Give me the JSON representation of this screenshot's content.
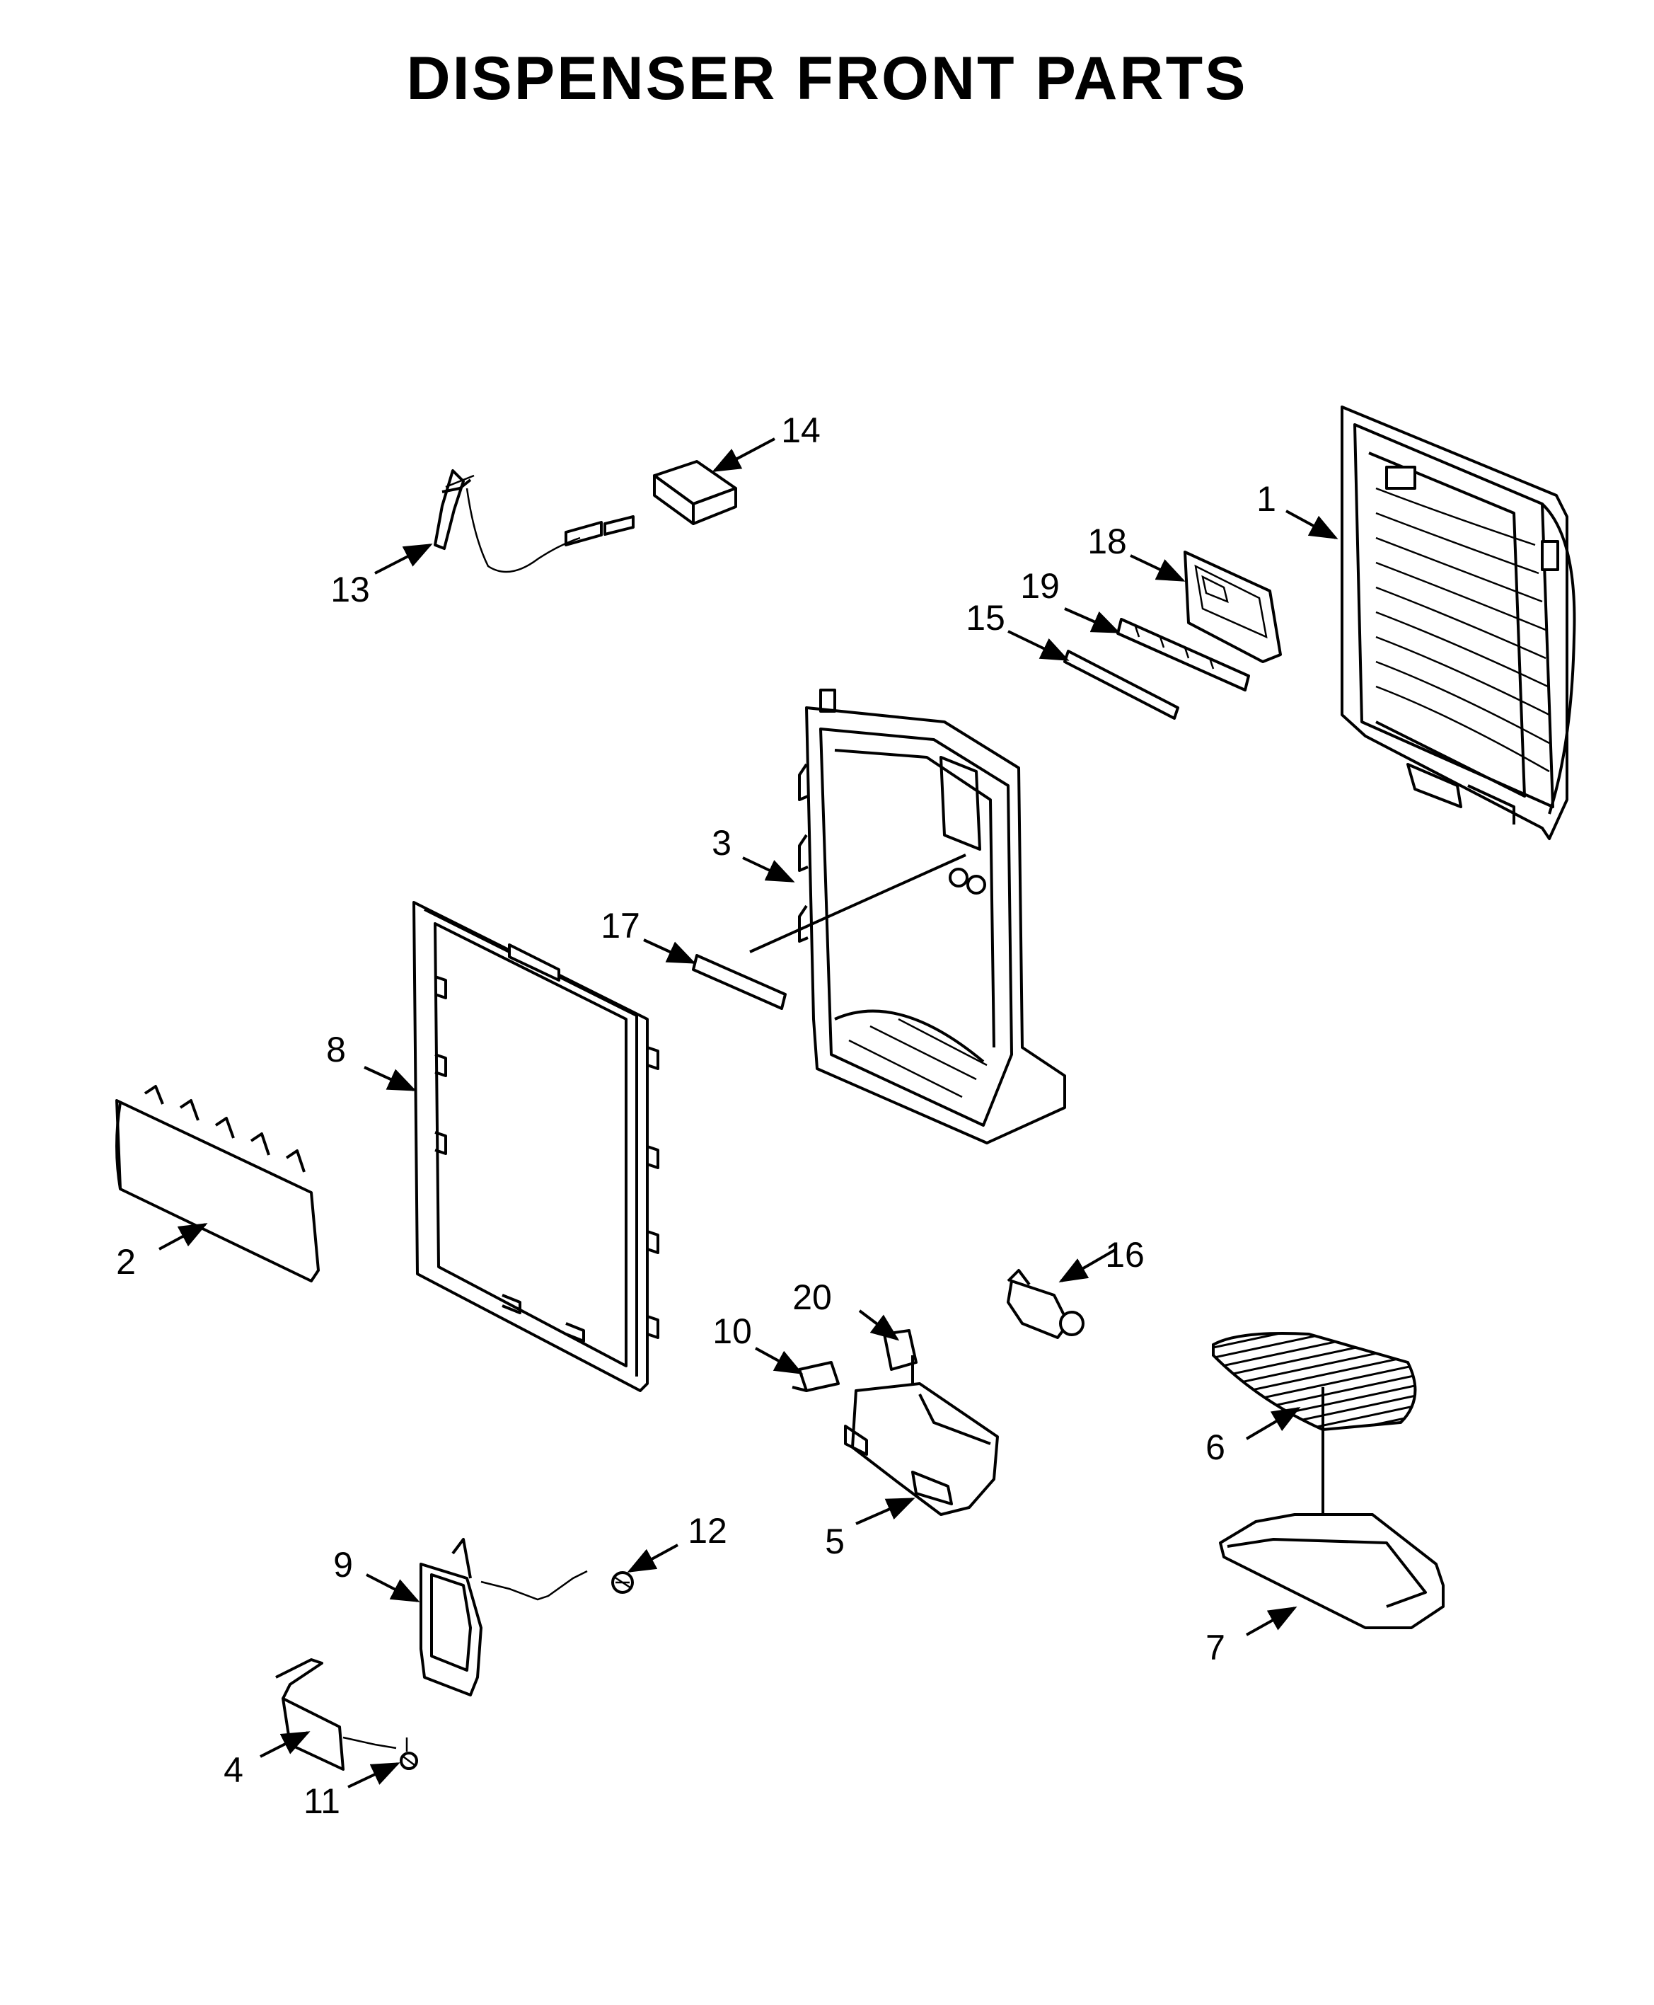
{
  "diagram": {
    "title": "DISPENSER FRONT PARTS",
    "parts": [
      {
        "id": "1",
        "label": "1"
      },
      {
        "id": "2",
        "label": "2"
      },
      {
        "id": "3",
        "label": "3"
      },
      {
        "id": "4",
        "label": "4"
      },
      {
        "id": "5",
        "label": "5"
      },
      {
        "id": "6",
        "label": "6"
      },
      {
        "id": "7",
        "label": "7"
      },
      {
        "id": "8",
        "label": "8"
      },
      {
        "id": "9",
        "label": "9"
      },
      {
        "id": "10",
        "label": "10"
      },
      {
        "id": "11",
        "label": "11"
      },
      {
        "id": "12",
        "label": "12"
      },
      {
        "id": "13",
        "label": "13"
      },
      {
        "id": "14",
        "label": "14"
      },
      {
        "id": "15",
        "label": "15"
      },
      {
        "id": "16",
        "label": "16"
      },
      {
        "id": "17",
        "label": "17"
      },
      {
        "id": "18",
        "label": "18"
      },
      {
        "id": "19",
        "label": "19"
      },
      {
        "id": "20",
        "label": "20"
      }
    ]
  }
}
